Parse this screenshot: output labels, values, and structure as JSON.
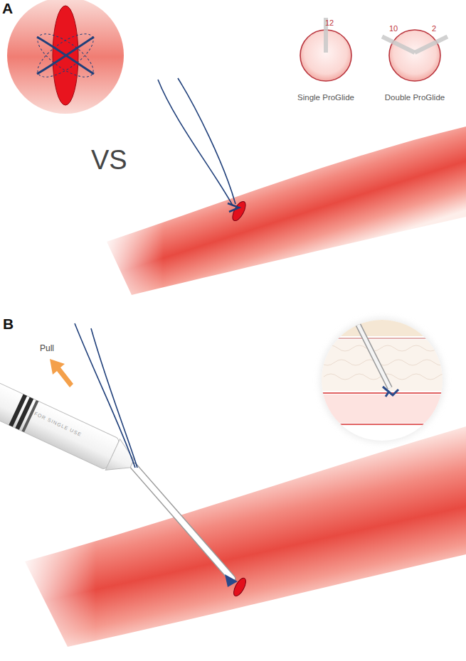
{
  "diagram": {
    "nodes": [
      {
        "text": [
          "12",
          "Single ProGlide"
        ]
      },
      {
        "text": [
          "10",
          "2",
          "Double ProGlide"
        ]
      }
    ],
    "labels": [
      "A",
      "VS",
      "B",
      "Pull",
      "FOR SINGLE USE"
    ]
  }
}
